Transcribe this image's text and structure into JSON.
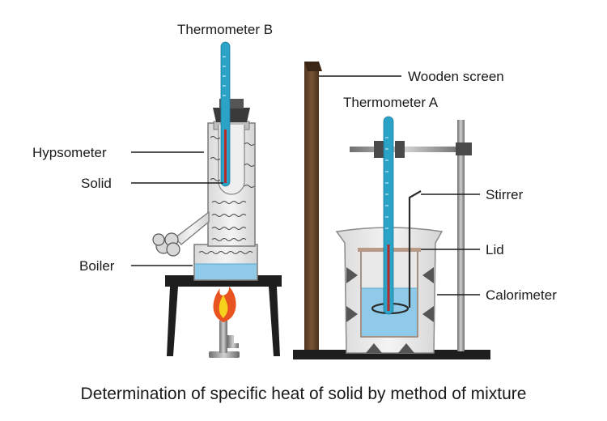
{
  "labels": {
    "thermometer_b": "Thermometer B",
    "thermometer_a": "Thermometer A",
    "wooden_screen": "Wooden screen",
    "hypsometer": "Hypsometer",
    "solid": "Solid",
    "boiler": "Boiler",
    "stirrer": "Stirrer",
    "lid": "Lid",
    "calorimeter": "Calorimeter"
  },
  "caption": "Determination of specific heat of solid by method of mixture",
  "colors": {
    "thermometer": "#2aa3c7",
    "mercury": "#b52a2a",
    "water": "#8fcbe8",
    "wood": "#6b4a2f",
    "stand": "#555555",
    "flame_outer": "#e8531f",
    "flame_inner": "#f7d21c"
  }
}
